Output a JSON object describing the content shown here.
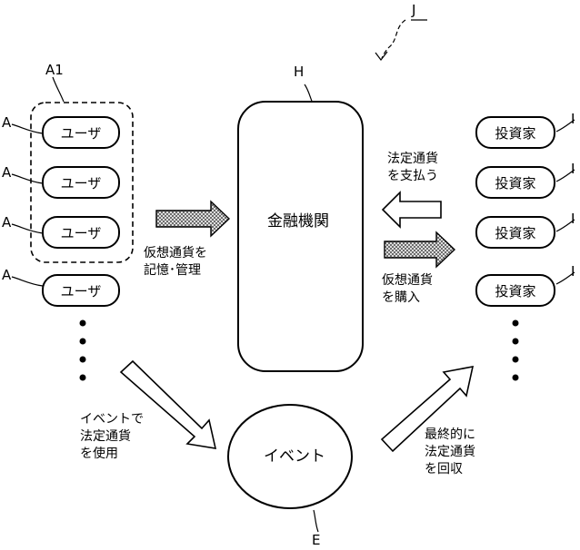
{
  "refs": {
    "J": "J",
    "A1": "A1",
    "A": "A",
    "H": "H",
    "I": "I",
    "E": "E"
  },
  "user_label": "ユーザ",
  "investor_label": "投資家",
  "financial_institution": "金融機関",
  "event": "イベント",
  "arrow_labels": {
    "store_manage": [
      "仮想通貨を",
      "記憶･管理"
    ],
    "pay_legal": [
      "法定通貨",
      "を支払う"
    ],
    "buy_virtual": [
      "仮想通貨",
      "を購入"
    ],
    "use_legal_at_event": [
      "イベントで",
      "法定通貨",
      "を使用"
    ],
    "collect_legal": [
      "最終的に",
      "法定通貨",
      "を回収"
    ]
  },
  "colors": {
    "line": "#000000",
    "hatch": "#9a9a9a"
  }
}
